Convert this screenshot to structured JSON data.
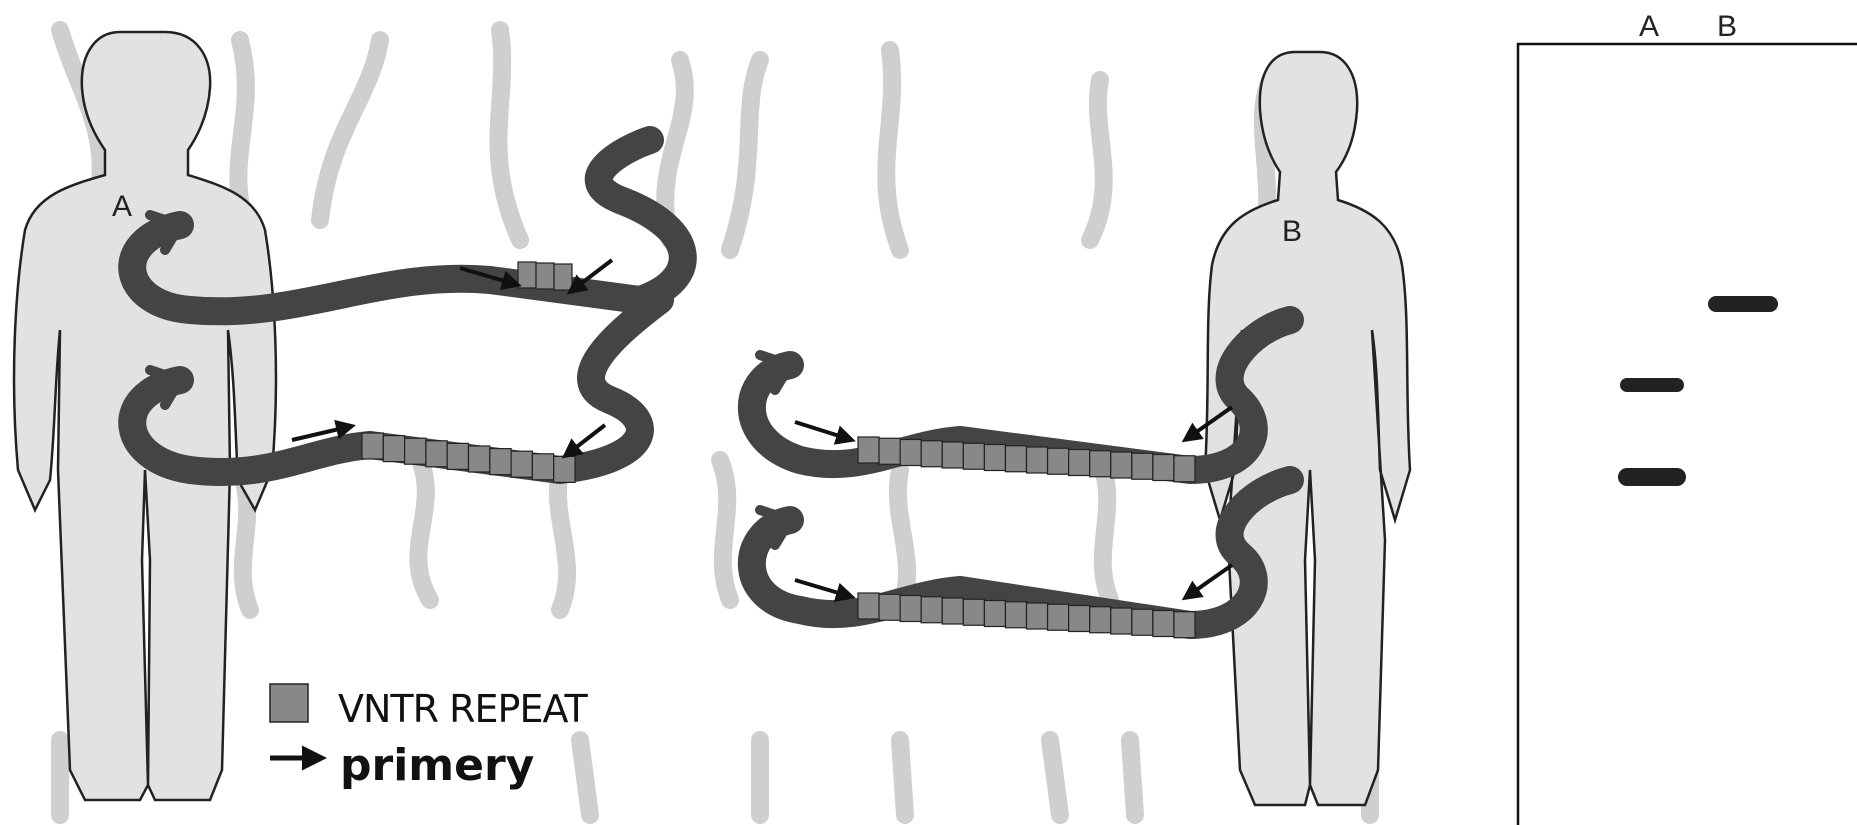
{
  "persons": [
    {
      "id": "A",
      "label": "A"
    },
    {
      "id": "B",
      "label": "B"
    }
  ],
  "legend": {
    "vntr_label": "VNTR REPEAT",
    "primer_label": "primery"
  },
  "gel": {
    "lanes": [
      "A",
      "B"
    ],
    "bands": [
      {
        "lane": "A",
        "label": "A"
      },
      {
        "lane": "A",
        "label": "A"
      },
      {
        "lane": "B",
        "label": "B"
      }
    ]
  },
  "alleles": [
    {
      "person": "A",
      "repeat_count": 3
    },
    {
      "person": "A",
      "repeat_count": 10
    },
    {
      "person": "B",
      "repeat_count": 16
    },
    {
      "person": "B",
      "repeat_count": 16
    }
  ],
  "colors": {
    "ribbon": "#444444",
    "repeat": "#888888",
    "chromosome": "#c8c8c8",
    "body": "#e2e2e2",
    "band": "#222222"
  }
}
